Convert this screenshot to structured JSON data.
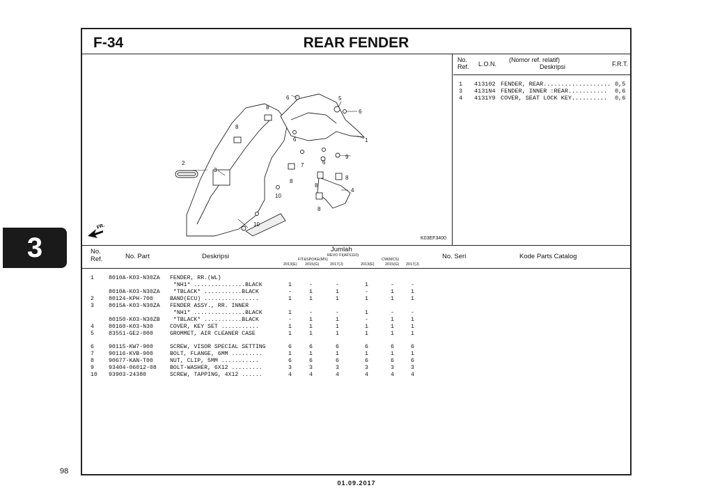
{
  "section": {
    "code": "F-34",
    "title": "REAR FENDER"
  },
  "figure_ref": "K03EF3400",
  "front_marker": "FR.",
  "callouts": [
    "1",
    "2",
    "3",
    "4",
    "5",
    "6",
    "6",
    "6",
    "6",
    "7",
    "8",
    "8",
    "8",
    "8",
    "8",
    "8",
    "9",
    "9",
    "10",
    "10"
  ],
  "frt_table": {
    "header": {
      "no_ref": "No.\nRef.",
      "lon": "L.O.N.",
      "desc_top": "(Nomor ref. relatif)",
      "desc": "Deskripsi",
      "frt": "F.R.T."
    },
    "rows": [
      {
        "ref": "1",
        "lon": "413102",
        "desc": "FENDER, REAR...................",
        "frt": "0,5"
      },
      {
        "ref": "3",
        "lon": "4131N4",
        "desc": "FENDER, INNER :REAR...........",
        "frt": "0,6"
      },
      {
        "ref": "4",
        "lon": "4131Y9",
        "desc": "COVER, SEAT LOCK KEY..........",
        "frt": "0,6"
      }
    ]
  },
  "parts_table": {
    "header": {
      "no_ref": "No.\nRef.",
      "no_part": "No. Part",
      "desc": "Deskripsi",
      "jumlah": "Jumlah",
      "model_top": "REVO FI(AFS110)",
      "group1": "FIT&SPOKE(MS)",
      "group2": "CW(MCS)",
      "years": [
        "2013(E)",
        "2015(G)",
        "2017(J)",
        "2013(E)",
        "2015(G)",
        "2017(J)"
      ],
      "no_seri": "No. Seri",
      "kode": "Kode Parts Catalog"
    },
    "rows": [
      {
        "ref": "1",
        "part": "8010A-K03-N30ZA",
        "desc": "FENDER, RR.(WL)",
        "q": [
          "",
          "",
          "",
          "",
          "",
          ""
        ]
      },
      {
        "ref": "",
        "part": "",
        "desc": " *NH1* ...............BLACK",
        "q": [
          "1",
          "-",
          "-",
          "1",
          "-",
          "-"
        ]
      },
      {
        "ref": "",
        "part": "8010A-K03-N30ZA",
        "desc": " *TBLACK* ...........BLACK",
        "q": [
          "-",
          "1",
          "1",
          "-",
          "1",
          "1"
        ]
      },
      {
        "ref": "2",
        "part": "80124-KPH-700",
        "desc": "BAND(ECU) ................",
        "q": [
          "1",
          "1",
          "1",
          "1",
          "1",
          "1"
        ]
      },
      {
        "ref": "3",
        "part": "8015A-K03-N30ZA",
        "desc": "FENDER ASSY., RR. INNER",
        "q": [
          "",
          "",
          "",
          "",
          "",
          ""
        ]
      },
      {
        "ref": "",
        "part": "",
        "desc": " *NH1* ...............BLACK",
        "q": [
          "1",
          "-",
          "-",
          "1",
          "-",
          "-"
        ]
      },
      {
        "ref": "",
        "part": "80150-K03-N30ZB",
        "desc": " *TBLACK* ...........BLACK",
        "q": [
          "-",
          "1",
          "1",
          "-",
          "1",
          "1"
        ]
      },
      {
        "ref": "4",
        "part": "80160-K03-N30",
        "desc": "COVER, KEY SET ...........",
        "q": [
          "1",
          "1",
          "1",
          "1",
          "1",
          "1"
        ]
      },
      {
        "ref": "5",
        "part": "83551-GE2-000",
        "desc": "GROMMET, AIR CLEANER CASE",
        "q": [
          "1",
          "1",
          "1",
          "1",
          "1",
          "1"
        ]
      },
      {
        "ref": "6",
        "part": "90115-KW7-900",
        "desc": "SCREW, VISOR SPECIAL SETTING",
        "q": [
          "6",
          "6",
          "6",
          "6",
          "6",
          "6"
        ]
      },
      {
        "ref": "7",
        "part": "90116-KVB-900",
        "desc": "BOLT, FLANGE, 6MM .........",
        "q": [
          "1",
          "1",
          "1",
          "1",
          "1",
          "1"
        ]
      },
      {
        "ref": "8",
        "part": "90677-KAN-T00",
        "desc": "NUT, CLIP, 5MM ...........",
        "q": [
          "6",
          "6",
          "6",
          "6",
          "6",
          "6"
        ]
      },
      {
        "ref": "9",
        "part": "93404-06012-08",
        "desc": "BOLT-WASHER, 6X12 .........",
        "q": [
          "3",
          "3",
          "3",
          "3",
          "3",
          "3"
        ]
      },
      {
        "ref": "10",
        "part": "93903-24380",
        "desc": "SCREW, TAPPING, 4X12 ......",
        "q": [
          "4",
          "4",
          "4",
          "4",
          "4",
          "4"
        ]
      }
    ]
  },
  "side_tab": "3",
  "page_number": "98",
  "date": "01.09.2017"
}
